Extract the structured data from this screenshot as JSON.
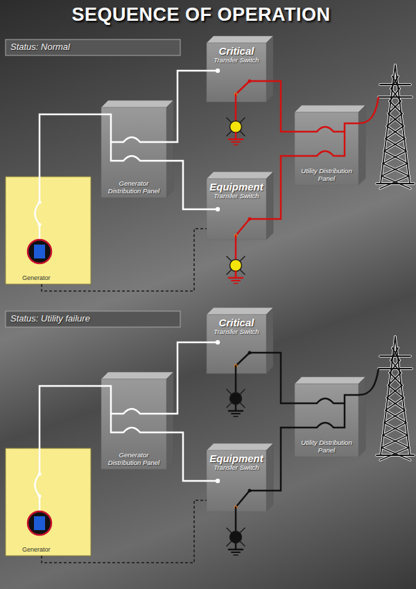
{
  "diagram": {
    "title": "SEQUENCE OF OPERATION",
    "nodes": [
      {
        "text": [
          "Status: Normal"
        ]
      },
      {
        "text": [
          "Critical",
          "Transfer Switch"
        ]
      },
      {
        "text": [
          "Generator Distribution Panel"
        ]
      },
      {
        "text": [
          "Utility Distribution Panel"
        ]
      },
      {
        "text": [
          "Equipment",
          "Transfer Switch"
        ]
      },
      {
        "text": [
          "Generator"
        ]
      },
      {
        "text": [
          "Status: Utility failure"
        ]
      },
      {
        "text": [
          "Critical",
          "Transfer Switch"
        ]
      },
      {
        "text": [
          "Generator Distribution Panel"
        ]
      },
      {
        "text": [
          "Utility Distribution Panel"
        ]
      },
      {
        "text": [
          "Equipment",
          "Transfer Switch"
        ]
      },
      {
        "text": [
          "Generator"
        ]
      }
    ],
    "edges": [
      {
        "from": 5,
        "to": 2,
        "arrow": "none"
      },
      {
        "from": 2,
        "to": 1,
        "arrow": "none"
      },
      {
        "from": 2,
        "to": 4,
        "arrow": "none"
      },
      {
        "from": 3,
        "to": 1,
        "arrow": "none"
      },
      {
        "from": 3,
        "to": 4,
        "arrow": "none"
      },
      {
        "from": 5,
        "to": 4,
        "arrow": "none"
      },
      {
        "from": 11,
        "to": 8,
        "arrow": "none"
      },
      {
        "from": 8,
        "to": 7,
        "arrow": "none"
      },
      {
        "from": 8,
        "to": 10,
        "arrow": "none"
      },
      {
        "from": 9,
        "to": 7,
        "arrow": "none"
      },
      {
        "from": 9,
        "to": 10,
        "arrow": "none"
      },
      {
        "from": 11,
        "to": 10,
        "arrow": "none"
      }
    ]
  }
}
